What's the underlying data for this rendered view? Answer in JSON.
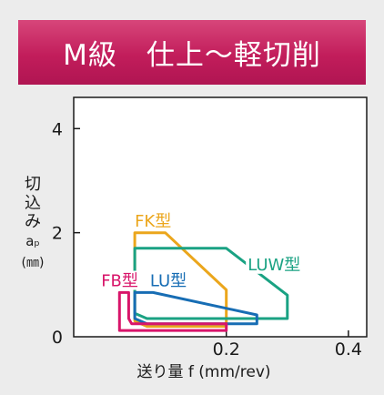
{
  "banner": {
    "title": "M級　仕上〜軽切削"
  },
  "chart_data": {
    "type": "line",
    "title": "",
    "xlabel": "送り量 f (mm/rev)",
    "ylabel": [
      "切",
      "込",
      "み",
      "aₚ",
      "(㎜)"
    ],
    "xlim": [
      -0.05,
      0.43
    ],
    "ylim": [
      0,
      4.6
    ],
    "x_ticks": [
      0.2,
      0.4
    ],
    "x_tick_labels": [
      "0.2",
      "0.4"
    ],
    "y_ticks": [
      0,
      2,
      4
    ],
    "y_tick_labels": [
      "0",
      "2",
      "4"
    ],
    "grid": false,
    "series": [
      {
        "name": "FK型",
        "color": "#eba61c",
        "points": [
          [
            0.05,
            2.0
          ],
          [
            0.1,
            2.0
          ],
          [
            0.2,
            0.9
          ],
          [
            0.2,
            0.2
          ],
          [
            0.07,
            0.2
          ],
          [
            0.05,
            0.3
          ],
          [
            0.05,
            2.0
          ]
        ],
        "label_pos": [
          0.05,
          2.12
        ]
      },
      {
        "name": "LUW型",
        "color": "#1aa283",
        "points": [
          [
            0.05,
            1.7
          ],
          [
            0.2,
            1.7
          ],
          [
            0.3,
            0.8
          ],
          [
            0.3,
            0.35
          ],
          [
            0.07,
            0.35
          ],
          [
            0.05,
            0.45
          ],
          [
            0.05,
            1.7
          ]
        ],
        "label_pos": [
          0.235,
          1.28
        ]
      },
      {
        "name": "LU型",
        "color": "#176db4",
        "points": [
          [
            0.05,
            0.85
          ],
          [
            0.08,
            0.85
          ],
          [
            0.25,
            0.42
          ],
          [
            0.25,
            0.25
          ],
          [
            0.07,
            0.25
          ],
          [
            0.05,
            0.35
          ],
          [
            0.05,
            0.85
          ]
        ],
        "label_pos": [
          0.075,
          0.97
        ]
      },
      {
        "name": "FB型",
        "color": "#d8156a",
        "points": [
          [
            0.025,
            0.85
          ],
          [
            0.025,
            0.12
          ],
          [
            0.2,
            0.12
          ],
          [
            0.2,
            0.25
          ],
          [
            0.045,
            0.25
          ],
          [
            0.04,
            0.35
          ],
          [
            0.04,
            0.85
          ]
        ],
        "label_pos": [
          -0.005,
          0.97
        ]
      }
    ]
  }
}
